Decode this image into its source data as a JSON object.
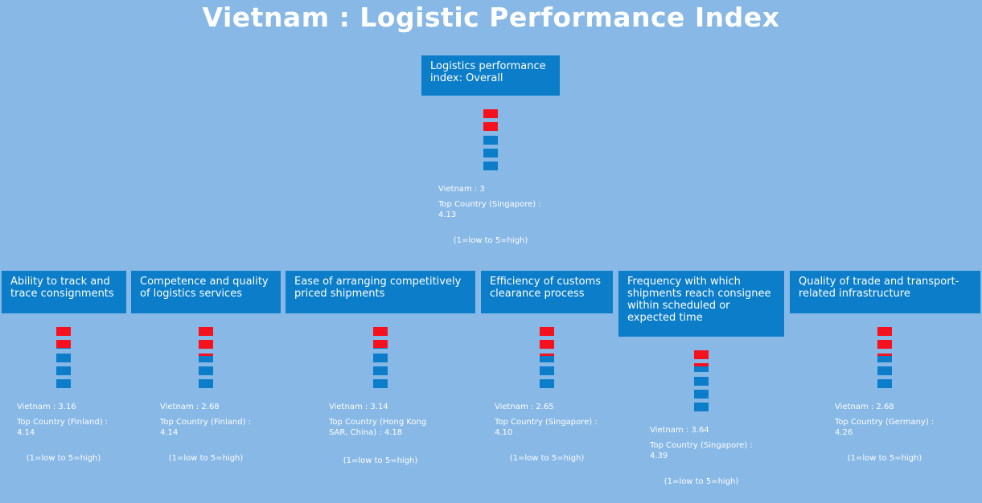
{
  "title": "Vietnam : Logistic Performance Index",
  "colors": {
    "background": "#87b8e6",
    "box": "#0b7dc9",
    "filled": "#f5121e",
    "empty": "#0b7dc9"
  },
  "overall": {
    "label": "Logistics performance index: Overall",
    "vietnam_text": "Vietnam : 3",
    "top_text": "Top Country (Singapore) : 4.13",
    "scale_text": "(1=low to 5=high)",
    "value": 3.0
  },
  "indicators": [
    {
      "label": "Ability to track and trace consignments",
      "vietnam_text": "Vietnam : 3.16",
      "top_text": "Top Country (Finland) : 4.14",
      "scale_text": "(1=low to 5=high)",
      "value": 3.16
    },
    {
      "label": "Competence and quality of logistics services",
      "vietnam_text": "Vietnam : 2.68",
      "top_text": "Top Country (Finland) : 4.14",
      "scale_text": "(1=low to 5=high)",
      "value": 2.68
    },
    {
      "label": "Ease of arranging competitively priced shipments",
      "vietnam_text": "Vietnam : 3.14",
      "top_text": "Top Country (Hong Kong SAR, China) : 4.18",
      "scale_text": "(1=low to 5=high)",
      "value": 3.14
    },
    {
      "label": "Efficiency of customs clearance process",
      "vietnam_text": "Vietnam : 2.65",
      "top_text": "Top Country (Singapore) : 4.10",
      "scale_text": "(1=low to 5=high)",
      "value": 2.65
    },
    {
      "label": "Frequency with which shipments reach consignee within scheduled or expected time",
      "vietnam_text": "Vietnam : 3.64",
      "top_text": "Top Country (Singapore) : 4.39",
      "scale_text": "(1=low to 5=high)",
      "value": 3.64
    },
    {
      "label": "Quality of trade and transport-related infrastructure",
      "vietnam_text": "Vietnam : 2.68",
      "top_text": "Top Country (Germany) : 4.26",
      "scale_text": "(1=low to 5=high)",
      "value": 2.68
    }
  ]
}
